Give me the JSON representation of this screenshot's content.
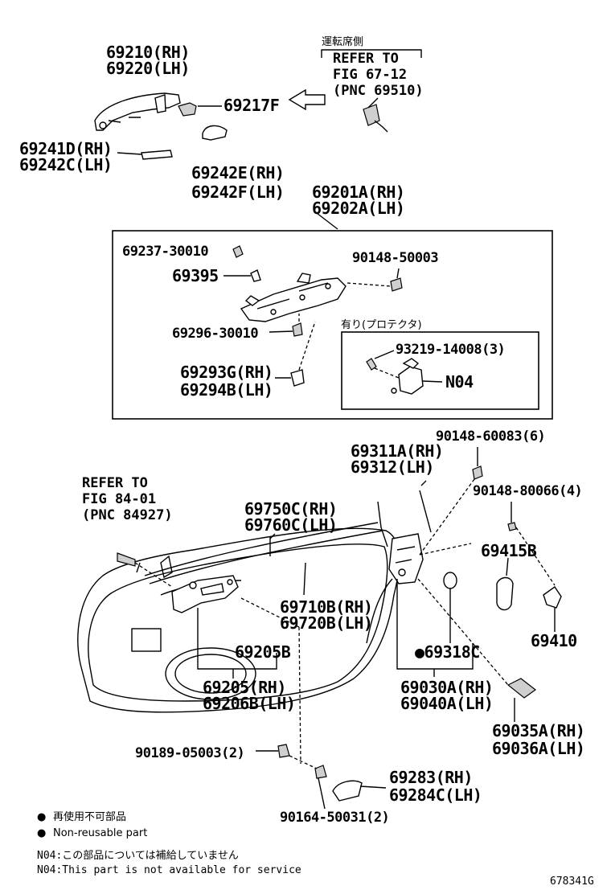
{
  "labels": {
    "p69210_rh": "69210(RH)",
    "p69220_lh": "69220(LH)",
    "p69217f": "69217F",
    "p69241d_rh": "69241D(RH)",
    "p69242c_lh": "69242C(LH)",
    "p69242e_rh": "69242E(RH)",
    "p69242f_lh": "69242F(LH)",
    "ref_top_jp": "運転席側",
    "ref_top_line1": "REFER TO",
    "ref_top_line2": "FIG 67-12",
    "ref_top_line3": "(PNC 69510)",
    "p69201a_rh": "69201A(RH)",
    "p69202a_lh": "69202A(LH)",
    "p69237": "69237-30010",
    "p90148_50003": "90148-50003",
    "p69395": "69395",
    "p69296": "69296-30010",
    "protector_jp": "有り(プロテクタ)",
    "p93219": "93219-14008(3)",
    "n04": "N04",
    "p69293g_rh": "69293G(RH)",
    "p69294b_lh": "69294B(LH)",
    "p90148_60083": "90148-60083(6)",
    "p69311a_rh": "69311A(RH)",
    "p69312_lh": "69312(LH)",
    "p90148_80066": "90148-80066(4)",
    "ref_mid_line1": "REFER TO",
    "ref_mid_line2": "FIG 84-01",
    "ref_mid_line3": "(PNC 84927)",
    "p69750c_rh": "69750C(RH)",
    "p69760c_lh": "69760C(LH)",
    "p69415b": "69415B",
    "p69710b_rh": "69710B(RH)",
    "p69720b_lh": "69720B(LH)",
    "p69410": "69410",
    "p69205b": "69205B",
    "p69318c": "●69318C",
    "p69205_rh": "69205(RH)",
    "p69206b_lh": "69206B(LH)",
    "p69030a_rh": "69030A(RH)",
    "p69040a_lh": "69040A(LH)",
    "p69035a_rh": "69035A(RH)",
    "p69036a_lh": "69036A(LH)",
    "p90189": "90189-05003(2)",
    "p69283_rh": "69283(RH)",
    "p69284c_lh": "69284C(LH)",
    "p90164": "90164-50031(2)"
  },
  "legend": {
    "bullet": "●",
    "jp": "再使用不可部品",
    "en": "Non-reusable part"
  },
  "notes": {
    "jp": "N04:この部品については補給していません",
    "en": "N04:This part is not available for service"
  },
  "figure_id": "678341G"
}
